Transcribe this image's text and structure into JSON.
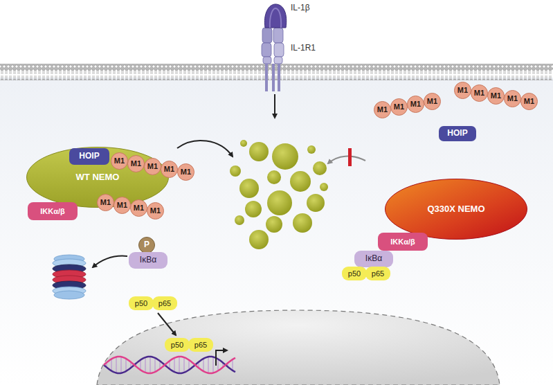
{
  "diagram": {
    "nodes": [
      {
        "text": [
          "M1"
        ]
      },
      {
        "text": [
          "M1"
        ]
      },
      {
        "text": [
          "M1"
        ]
      },
      {
        "text": [
          "M1"
        ]
      },
      {
        "text": [
          "M1"
        ]
      },
      {
        "text": [
          "M1"
        ]
      },
      {
        "text": [
          "M1"
        ]
      },
      {
        "text": [
          "M1"
        ]
      },
      {
        "text": [
          "M1"
        ]
      },
      {
        "text": [
          "HOIP"
        ]
      },
      {
        "text": [
          "WT NEMO"
        ]
      },
      {
        "text": [
          "HOIP"
        ]
      },
      {
        "text": [
          "M1"
        ]
      },
      {
        "text": [
          "M1"
        ]
      },
      {
        "text": [
          "M1"
        ]
      },
      {
        "text": [
          "M1"
        ]
      },
      {
        "text": [
          "M1"
        ]
      },
      {
        "text": [
          "M1"
        ]
      },
      {
        "text": [
          "M1"
        ]
      },
      {
        "text": [
          "M1"
        ]
      },
      {
        "text": [
          "M1"
        ]
      },
      {
        "text": [
          "Q330X NEMO"
        ]
      },
      {
        "text": [
          "IKKα/β"
        ]
      },
      {
        "text": [
          "IKKα/β"
        ]
      },
      {
        "text": [
          "P"
        ]
      },
      {
        "text": [
          "IκBα"
        ]
      },
      {
        "text": [
          "IκBα"
        ]
      },
      {
        "text": [
          "p50"
        ]
      },
      {
        "text": [
          "p65"
        ]
      },
      {
        "text": [
          "p50"
        ]
      },
      {
        "text": [
          "p65"
        ]
      },
      {
        "text": [
          "p50"
        ]
      },
      {
        "text": [
          "p65"
        ]
      }
    ],
    "labels": [
      "IL-1β",
      "IL-1R1"
    ]
  }
}
